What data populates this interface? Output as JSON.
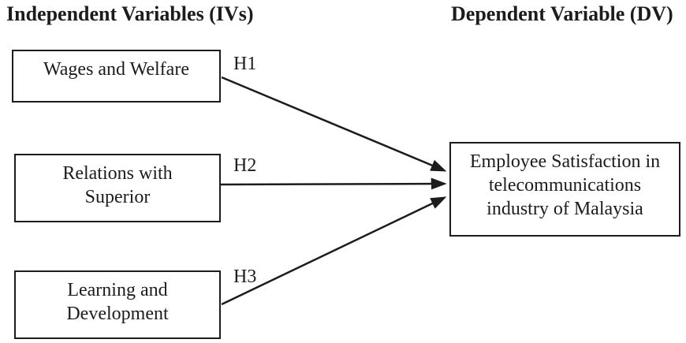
{
  "headers": {
    "left": "Independent Variables (IVs)",
    "right": "Dependent Variable (DV)"
  },
  "iv_boxes": [
    {
      "label": "Wages and Welfare",
      "hypothesis": "H1"
    },
    {
      "label": "Relations with\nSuperior",
      "hypothesis": "H2"
    },
    {
      "label": "Learning and\nDevelopment",
      "hypothesis": "H3"
    }
  ],
  "dv_box": {
    "label": "Employee Satisfaction in\ntelecommunications\nindustry of Malaysia"
  },
  "relationships": [
    {
      "from": "Wages and Welfare",
      "to": "Employee Satisfaction in telecommunications industry of Malaysia",
      "hypothesis": "H1"
    },
    {
      "from": "Relations with Superior",
      "to": "Employee Satisfaction in telecommunications industry of Malaysia",
      "hypothesis": "H2"
    },
    {
      "from": "Learning and Development",
      "to": "Employee Satisfaction in telecommunications industry of Malaysia",
      "hypothesis": "H3"
    }
  ],
  "colors": {
    "ink": "#1c1c1c",
    "background": "#ffffff"
  }
}
